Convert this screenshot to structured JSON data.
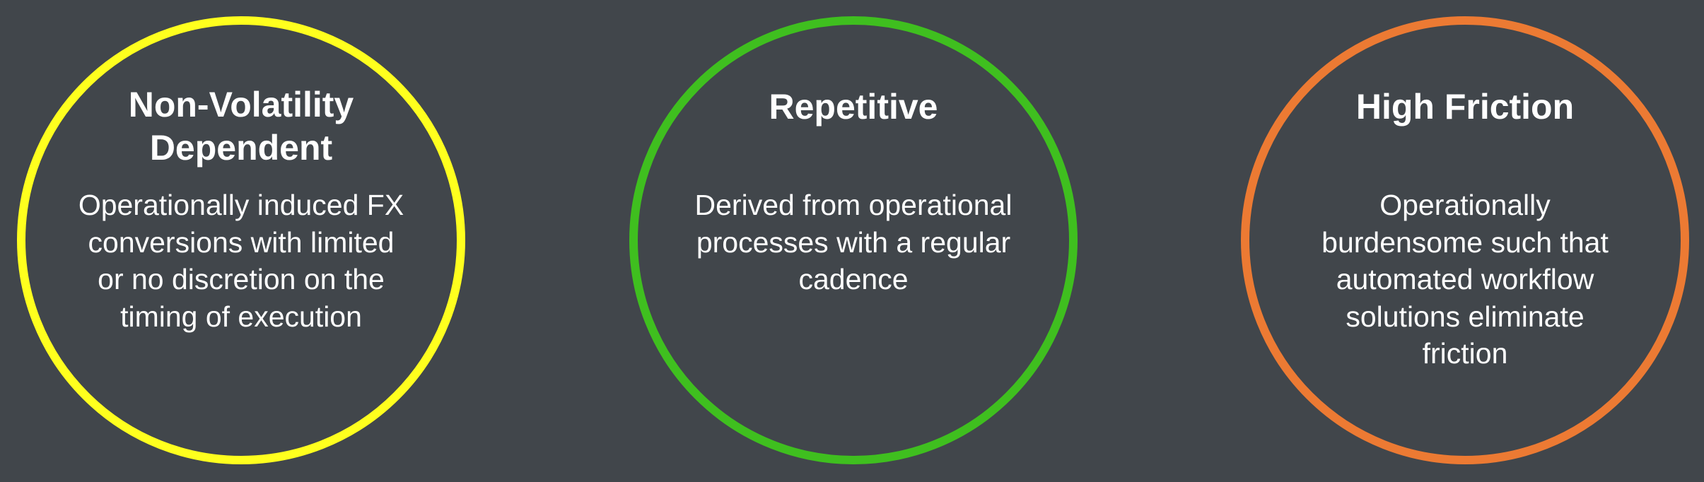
{
  "items": [
    {
      "title": "Non-Volatility Dependent",
      "description": "Operationally induced FX conversions with limited or no discretion on the timing of execution",
      "color": "#ffff1e"
    },
    {
      "title": "Repetitive",
      "description": "Derived from operational processes with a regular cadence",
      "color": "#3fbf1f"
    },
    {
      "title": "High Friction",
      "description": "Operationally burdensome such that automated workflow solutions eliminate friction",
      "color": "#ec7a33"
    }
  ]
}
